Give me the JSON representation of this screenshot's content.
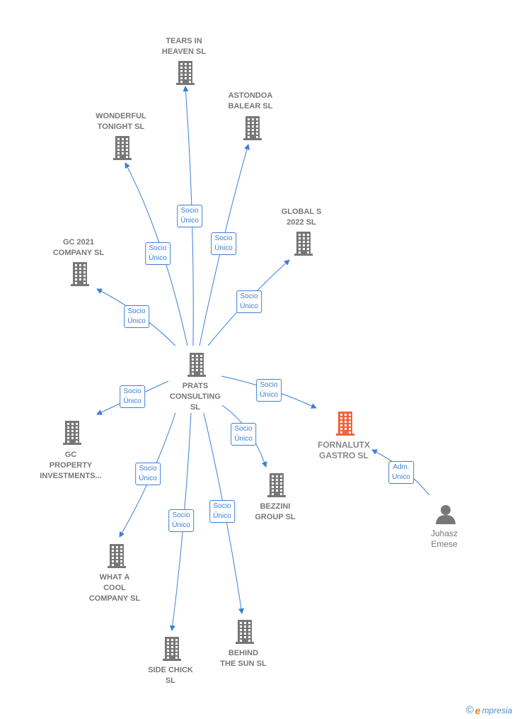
{
  "nodes": [
    {
      "id": "prats",
      "label": "PRATS\nCONSULTING\nSL",
      "type": "company",
      "color": "#777777"
    },
    {
      "id": "tears",
      "label": "TEARS IN\nHEAVEN  SL",
      "type": "company",
      "color": "#777777"
    },
    {
      "id": "astondoa",
      "label": "ASTONDOA\nBALEAR  SL",
      "type": "company",
      "color": "#777777"
    },
    {
      "id": "wonderful",
      "label": "WONDERFUL\nTONIGHT  SL",
      "type": "company",
      "color": "#777777"
    },
    {
      "id": "global",
      "label": "GLOBAL S\n2022  SL",
      "type": "company",
      "color": "#777777"
    },
    {
      "id": "gc2021",
      "label": "GC 2021\nCOMPANY  SL",
      "type": "company",
      "color": "#777777"
    },
    {
      "id": "gcprop",
      "label": "GC\nPROPERTY\nINVESTMENTS...",
      "type": "company",
      "color": "#777777"
    },
    {
      "id": "fornalutx",
      "label": "FORNALUTX\nGASTRO  SL",
      "type": "company",
      "color": "#f0643c",
      "focus": true
    },
    {
      "id": "bezzini",
      "label": "BEZZINI\nGROUP  SL",
      "type": "company",
      "color": "#777777"
    },
    {
      "id": "whatacool",
      "label": "WHAT A\nCOOL\nCOMPANY  SL",
      "type": "company",
      "color": "#777777"
    },
    {
      "id": "sidechick",
      "label": "SIDE CHICK\nSL",
      "type": "company",
      "color": "#777777"
    },
    {
      "id": "behind",
      "label": "BEHIND\nTHE SUN  SL",
      "type": "company",
      "color": "#777777"
    },
    {
      "id": "juhasz",
      "label": "Juhasz\nEmese",
      "type": "person",
      "color": "#777777"
    }
  ],
  "edges": [
    {
      "from": "prats",
      "to": "tears",
      "label": "Socio\nÚnico"
    },
    {
      "from": "prats",
      "to": "astondoa",
      "label": "Socio\nÚnico"
    },
    {
      "from": "prats",
      "to": "wonderful",
      "label": "Socio\nÚnico"
    },
    {
      "from": "prats",
      "to": "global",
      "label": "Socio\nÚnico"
    },
    {
      "from": "prats",
      "to": "gc2021",
      "label": "Socio\nÚnico"
    },
    {
      "from": "prats",
      "to": "gcprop",
      "label": "Socio\nÚnico"
    },
    {
      "from": "prats",
      "to": "fornalutx",
      "label": "Socio\nÚnico"
    },
    {
      "from": "prats",
      "to": "bezzini",
      "label": "Socio\nÚnico"
    },
    {
      "from": "prats",
      "to": "whatacool",
      "label": "Socio\nÚnico"
    },
    {
      "from": "prats",
      "to": "sidechick",
      "label": "Socio\nÚnico"
    },
    {
      "from": "prats",
      "to": "behind",
      "label": "Socio\nÚnico"
    },
    {
      "from": "juhasz",
      "to": "fornalutx",
      "label": "Adm.\nUnico"
    }
  ],
  "colors": {
    "edge": "#3b7fd4",
    "building": "#777777",
    "focus": "#f0643c"
  },
  "footer": {
    "copyright_symbol": "©",
    "brand_initial": "e",
    "brand_rest": "mpresia"
  }
}
